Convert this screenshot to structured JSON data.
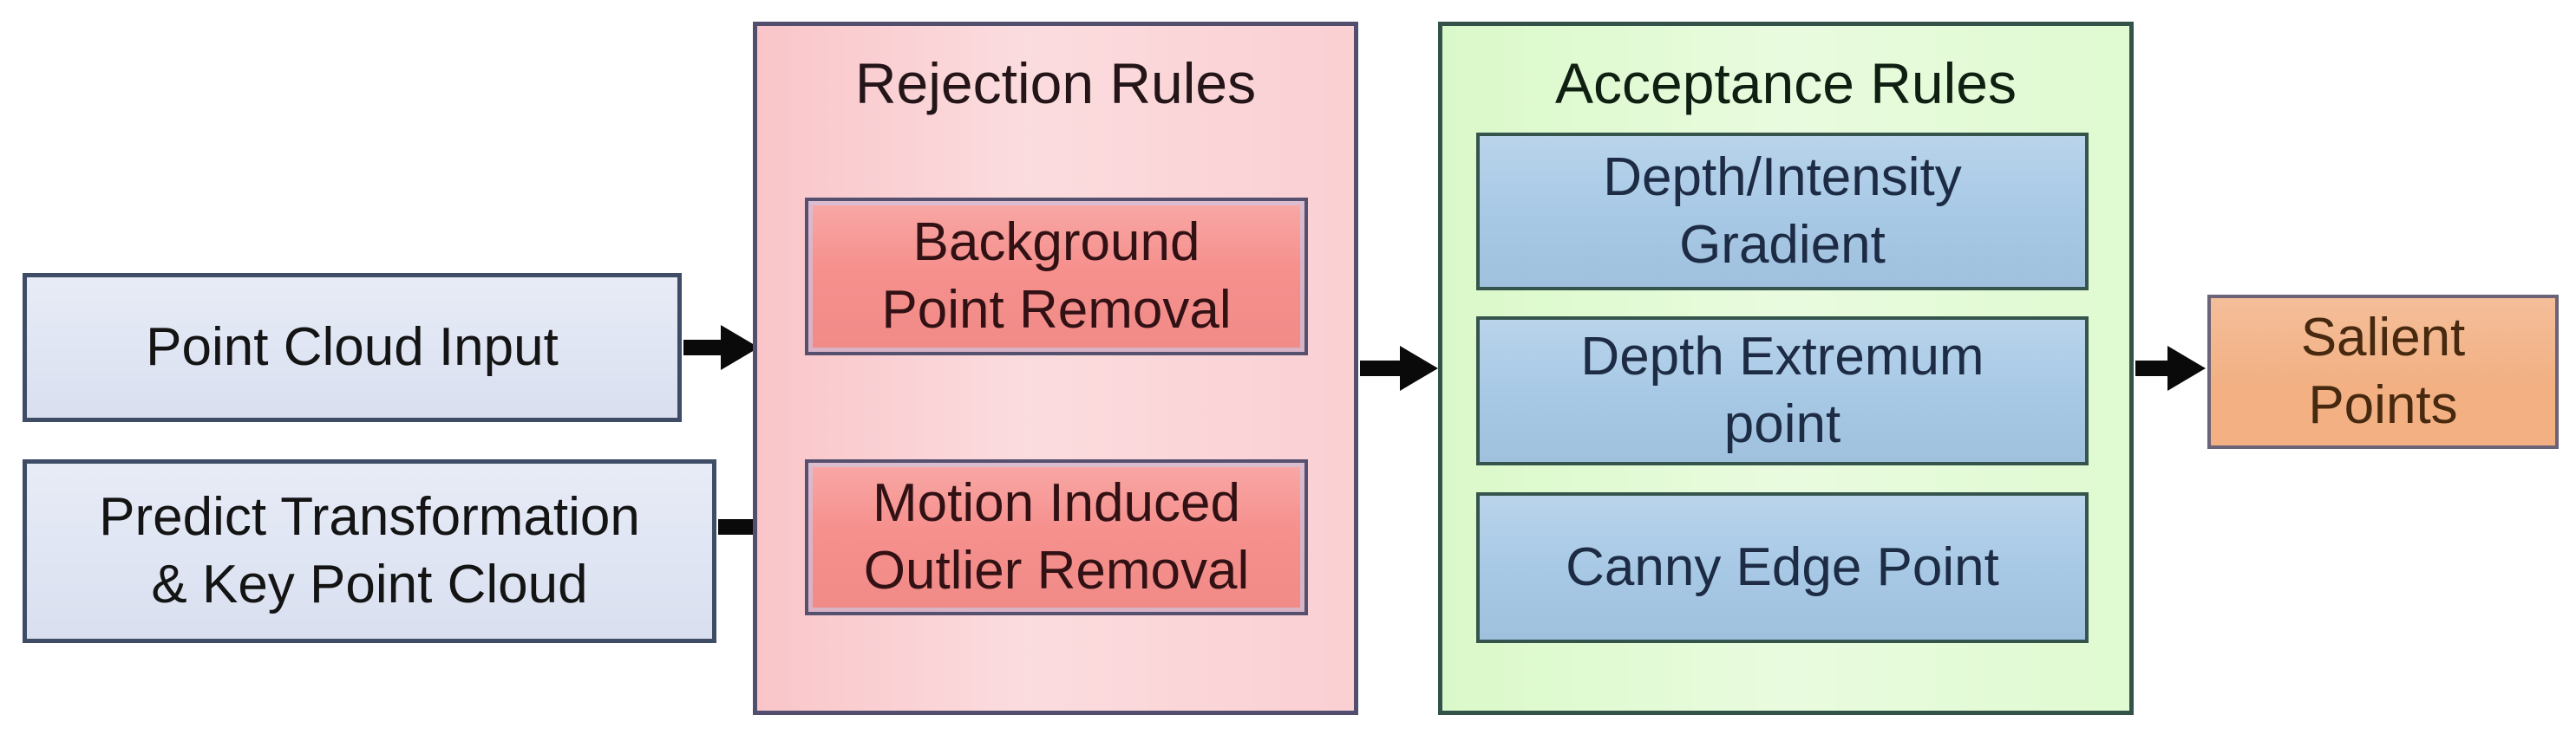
{
  "diagram": {
    "input_boxes": [
      {
        "text": "Point Cloud Input"
      },
      {
        "text": "Predict Transformation\n& Key Point Cloud"
      }
    ],
    "rejection": {
      "title": "Rejection Rules",
      "boxes": [
        {
          "text": "Background\nPoint Removal"
        },
        {
          "text": "Motion Induced\nOutlier Removal"
        }
      ]
    },
    "acceptance": {
      "title": "Acceptance Rules",
      "boxes": [
        {
          "text": "Depth/Intensity\nGradient"
        },
        {
          "text": "Depth Extremum\npoint"
        },
        {
          "text": "Canny Edge Point"
        }
      ]
    },
    "output_box": {
      "text": "Salient\nPoints"
    },
    "colors": {
      "input_fill": "#dfe5f3",
      "input_border": "#3e4c66",
      "rejection_fill": "#f9c5c9",
      "rejection_border": "#524e6e",
      "rejection_inner_fill": "#f6908d",
      "rejection_inner_border": "#55506e",
      "rejection_inner_text": "#321114",
      "rejection_title_text": "#241518",
      "acceptance_fill": "#daf9c9",
      "acceptance_border": "#33524a",
      "acceptance_inner_fill": "#a8c9e6",
      "acceptance_inner_border": "#35544c",
      "acceptance_inner_text": "#1d2c44",
      "acceptance_title_text": "#0f2012",
      "output_fill": "#f2b083",
      "output_border": "#6b6378",
      "output_text": "#46290f",
      "arrow": "#0a0a0a",
      "text_dark": "#141414"
    }
  }
}
